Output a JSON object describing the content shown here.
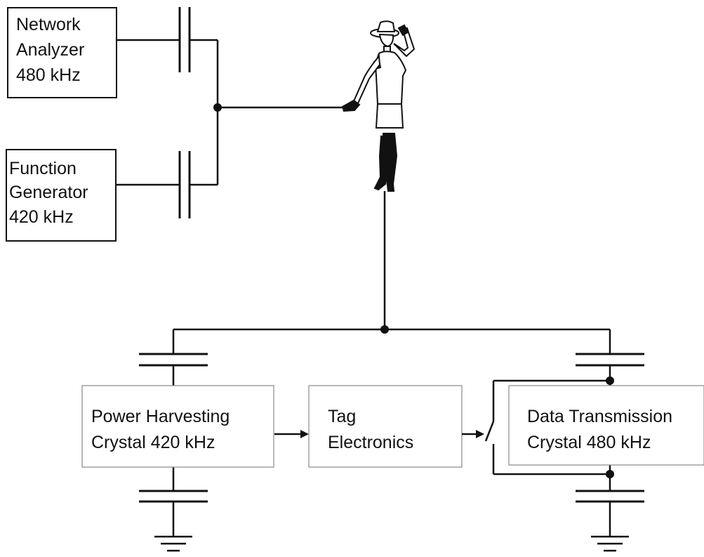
{
  "instruments": {
    "network_analyzer": {
      "lines": [
        "Network",
        "Analyzer",
        "480 kHz"
      ]
    },
    "function_generator": {
      "lines": [
        "Function",
        "Generator",
        "420 kHz"
      ]
    }
  },
  "blocks": {
    "power_harvesting": {
      "lines": [
        "Power Harvesting",
        "Crystal 420 kHz"
      ]
    },
    "tag_electronics": {
      "lines": [
        "Tag",
        "Electronics"
      ]
    },
    "data_transmission": {
      "lines": [
        "Data Transmission",
        "Crystal 480 kHz"
      ]
    }
  }
}
